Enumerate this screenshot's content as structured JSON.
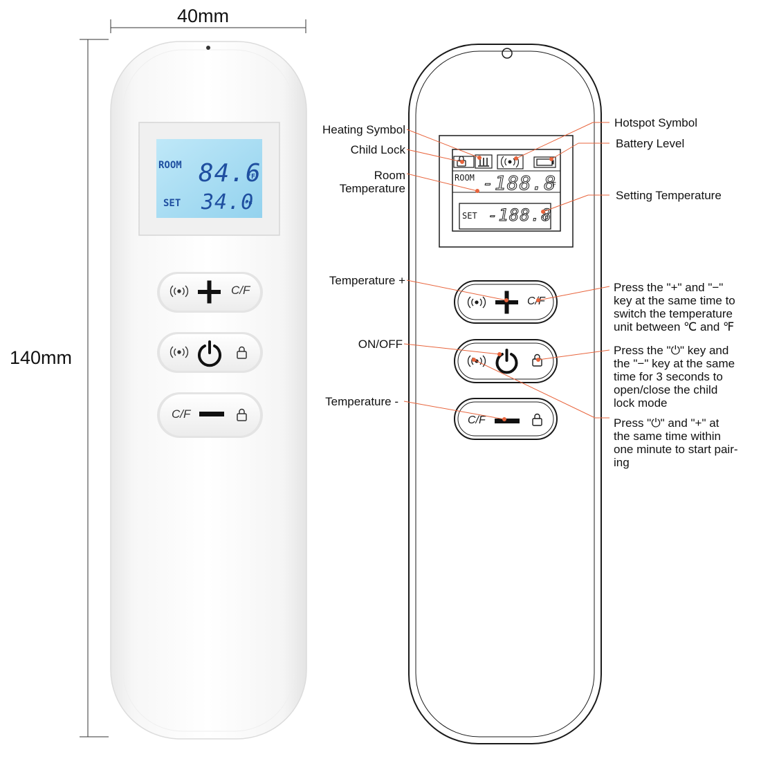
{
  "dimensions": {
    "width": "40mm",
    "height": "140mm"
  },
  "photo_remote": {
    "display": {
      "room_label": "ROOM",
      "room_value": "84.6",
      "set_label": "SET",
      "set_value": "34.0",
      "unit": "°F"
    },
    "buttons": {
      "top_right": "C/F",
      "bottom_left": "C/F"
    }
  },
  "sketch_remote": {
    "display": {
      "room_label": "ROOM",
      "room_digits": "-188.8",
      "set_label": "SET",
      "set_digits": "-188.8",
      "unit": "°F"
    },
    "buttons": {
      "top_right": "C/F",
      "bottom_left": "C/F"
    }
  },
  "callouts": {
    "heating_symbol": "Heating Symbol",
    "child_lock": "Child Lock",
    "room_temperature": [
      "Room",
      "Temperature"
    ],
    "temperature_plus": "Temperature +",
    "on_off": "ON/OFF",
    "temperature_minus": "Temperature -",
    "hotspot_symbol": "Hotspot Symbol",
    "battery_level": "Battery Level",
    "setting_temperature": "Setting Temperature",
    "switch_unit": [
      "Press the \"+\" and \"−\"",
      "key at the same time to",
      "switch the temperature",
      "unit between ℃ and ℉"
    ],
    "child_lock_mode": [
      "Press the \"⏻\" key and",
      "the \"−\" key at the same",
      "time for 3 seconds to",
      "open/close the child",
      "lock mode"
    ],
    "pairing": [
      "Press \"⏻\" and \"+\" at",
      "the same time within",
      "one minute to start pair-",
      "ing"
    ]
  },
  "colors": {
    "leader_line": "#e8643c",
    "lcd_backlight": "#a6dcf2",
    "lcd_segment": "#1f4fa0",
    "outline": "#1a1a1a"
  }
}
